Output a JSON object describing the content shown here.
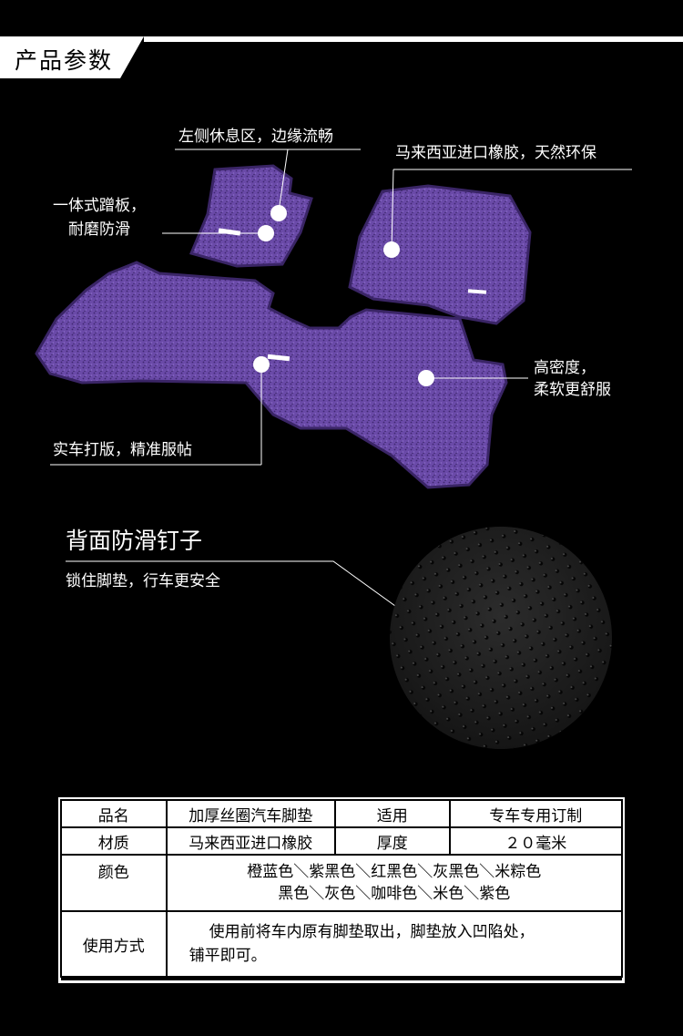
{
  "header": {
    "title": "产品参数"
  },
  "callouts": {
    "rest_area": "左侧休息区，边缘流畅",
    "malaysia_rubber": "马来西亚进口橡胶，天然环保",
    "pedal_line1": "一体式蹭板，",
    "pedal_line2": "耐磨防滑",
    "density_line1": "高密度，",
    "density_line2": "柔软更舒服",
    "fit": "实车打版，精准服帖",
    "nails_title": "背面防滑钉子",
    "nails_desc": "锁住脚垫，行车更安全"
  },
  "specs": {
    "name_label": "品名",
    "name_value": "加厚丝圈汽车脚垫",
    "fit_label": "适用",
    "fit_value": "专车专用订制",
    "material_label": "材质",
    "material_value": "马来西亚进口橡胶",
    "thickness_label": "厚度",
    "thickness_value": "２０毫米",
    "color_label": "颜色",
    "color_line1": "橙蓝色＼紫黑色＼红黑色＼灰黑色＼米粽色",
    "color_line2": "黑色＼灰色＼咖啡色＼米色＼紫色",
    "usage_label": "使用方式",
    "usage_line1": "使用前将车内原有脚垫取出，脚垫放入凹陷处，",
    "usage_line2": "铺平即可。"
  },
  "colors": {
    "mat": "#6a4aa8",
    "mat_dark": "#3e2670"
  }
}
